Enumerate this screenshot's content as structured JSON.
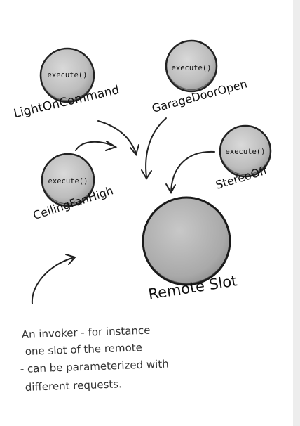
{
  "commands": [
    {
      "name": "LightOnCommand",
      "method": "execute()"
    },
    {
      "name": "GarageDoorOpen",
      "method": "execute()"
    },
    {
      "name": "CeilingFanHigh",
      "method": "execute()"
    },
    {
      "name": "StereoOff",
      "method": "execute()"
    }
  ],
  "slot": {
    "label": "Remote Slot"
  },
  "note": {
    "lines": [
      "An invoker - for instance",
      "one slot of the remote",
      "- can be parameterized with",
      "different requests."
    ]
  }
}
